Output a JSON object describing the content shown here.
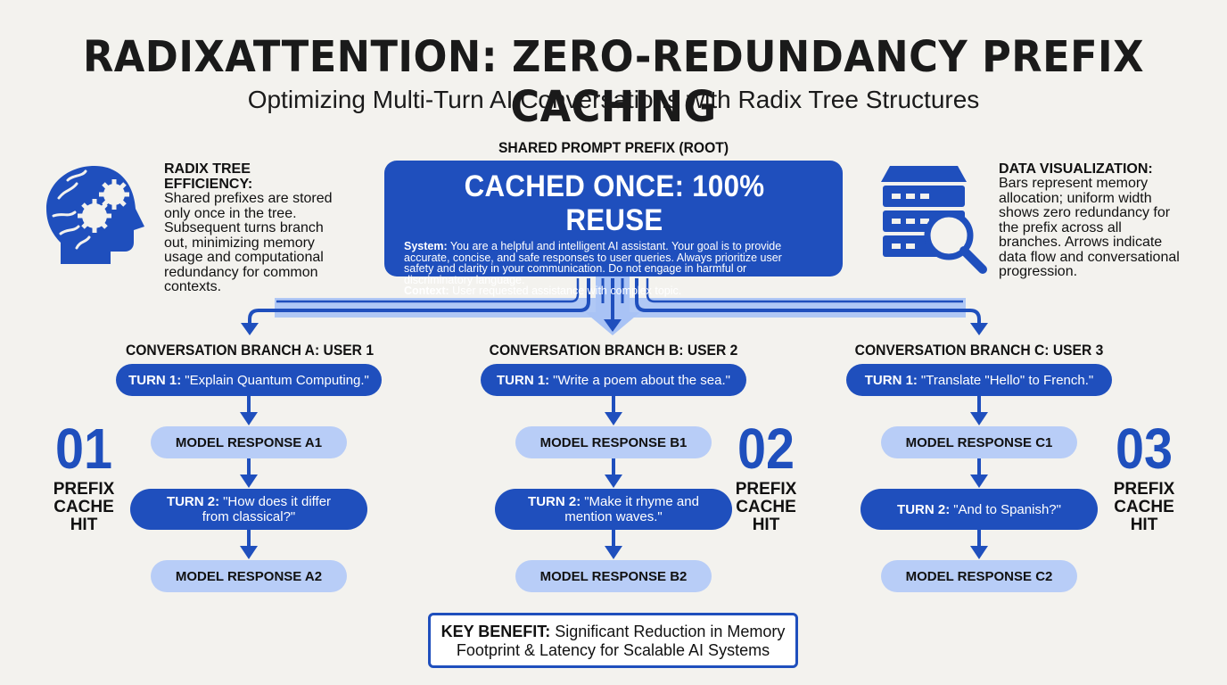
{
  "title": "RADIXATTENTION: ZERO-REDUNDANCY PREFIX CACHING",
  "subtitle": "Optimizing Multi-Turn AI Conversations with Radix Tree Structures",
  "left_panel": {
    "title": "RADIX TREE EFFICIENCY:",
    "lines": [
      "Shared prefixes are stored",
      "only once in the tree.",
      "Subsequent turns branch",
      "out, minimizing memory",
      "usage and computational",
      "redundancy for common",
      "contexts."
    ],
    "icon": "brain-gears-icon"
  },
  "right_panel": {
    "title": "DATA VISUALIZATION:",
    "lines": [
      "Bars represent memory",
      "allocation; uniform width",
      "shows zero redundancy for",
      "the prefix across all",
      "branches. Arrows indicate",
      "data flow and conversational",
      "progression."
    ],
    "icon": "database-search-icon"
  },
  "root": {
    "label": "SHARED PROMPT PREFIX (ROOT)",
    "headline": "CACHED ONCE: 100% REUSE",
    "system_label": "System:",
    "system_lines": [
      " You are a helpful and intelligent AI assistant. Your goal is to provide",
      "accurate, concise, and safe responses to user queries. Always prioritize user",
      "safety and clarity in your communication. Do not engage in harmful or",
      "discriminatory language."
    ],
    "context_label": "Context:",
    "context_text": " User requested assistance with complex topic."
  },
  "branches": [
    {
      "header": "CONVERSATION BRANCH A: USER 1",
      "turn1_label": "TURN 1:",
      "turn1_text": "\"Explain Quantum Computing.\"",
      "response1": "MODEL RESPONSE A1",
      "turn2_label": "TURN 2:",
      "turn2_line1": "\"How does it differ",
      "turn2_line2": "from classical?\"",
      "response2": "MODEL RESPONSE A2",
      "number": "01",
      "hit": [
        "PREFIX",
        "CACHE",
        "HIT"
      ]
    },
    {
      "header": "CONVERSATION BRANCH B: USER 2",
      "turn1_label": "TURN 1:",
      "turn1_text": "\"Write a poem about the sea.\"",
      "response1": "MODEL RESPONSE B1",
      "turn2_label": "TURN 2:",
      "turn2_line1": "\"Make it rhyme and",
      "turn2_line2": "mention waves.\"",
      "response2": "MODEL RESPONSE B2",
      "number": "02",
      "hit": [
        "PREFIX",
        "CACHE",
        "HIT"
      ]
    },
    {
      "header": "CONVERSATION BRANCH C: USER 3",
      "turn1_label": "TURN 1:",
      "turn1_text": "\"Translate \"Hello\" to French.\"",
      "response1": "MODEL RESPONSE C1",
      "turn2_label": "TURN 2:",
      "turn2_line1": "\"And to Spanish?\"",
      "turn2_line2": "",
      "response2": "MODEL RESPONSE C2",
      "number": "03",
      "hit": [
        "PREFIX",
        "CACHE",
        "HIT"
      ]
    }
  ],
  "benefit": {
    "label": "KEY BENEFIT:",
    "line1": " Significant Reduction in Memory",
    "line2": "Footprint & Latency for Scalable AI Systems"
  },
  "colors": {
    "primary": "#1f4fbd",
    "light": "#b8cdf7",
    "band": "#a9c3f5",
    "background": "#f3f2ee"
  }
}
